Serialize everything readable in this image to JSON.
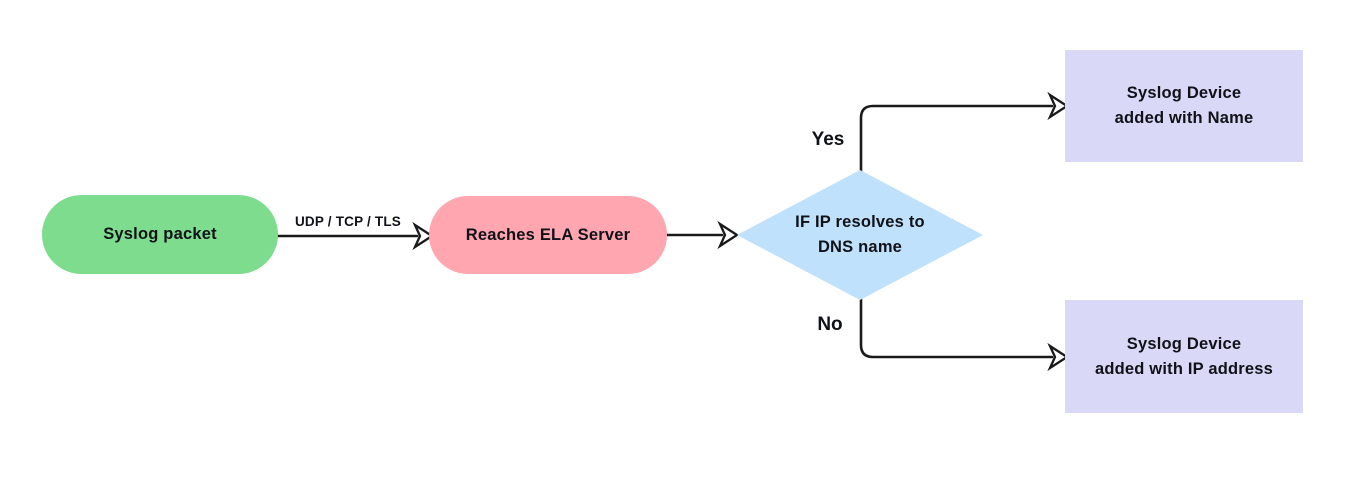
{
  "diagram": {
    "colors": {
      "background": "#ffffff",
      "line": "#1a1a1a",
      "text": "#101218",
      "node_green": "#7edc8e",
      "node_pink": "#ffa6b1",
      "node_blue": "#bfe1fb",
      "node_lavender": "#d9d9f7"
    },
    "nodes": {
      "syslog_packet": {
        "label": "Syslog packet",
        "fill": "#7edc8e",
        "shape": "rounded"
      },
      "reaches_ela_server": {
        "label": "Reaches ELA Server",
        "fill": "#ffa6b1",
        "shape": "rounded"
      },
      "decision": {
        "label": "IF IP resolves to\nDNS name",
        "fill": "#bfe1fb",
        "shape": "diamond"
      },
      "added_with_name": {
        "label": "Syslog Device\nadded with Name",
        "fill": "#d9d9f7",
        "shape": "rect"
      },
      "added_with_ip": {
        "label": "Syslog Device\nadded with IP address",
        "fill": "#d9d9f7",
        "shape": "rect"
      }
    },
    "edges": [
      {
        "from": "syslog_packet",
        "to": "reaches_ela_server",
        "label": "UDP / TCP / TLS"
      },
      {
        "from": "reaches_ela_server",
        "to": "decision",
        "label": ""
      },
      {
        "from": "decision",
        "to": "added_with_name",
        "label": "Yes"
      },
      {
        "from": "decision",
        "to": "added_with_ip",
        "label": "No"
      }
    ]
  }
}
